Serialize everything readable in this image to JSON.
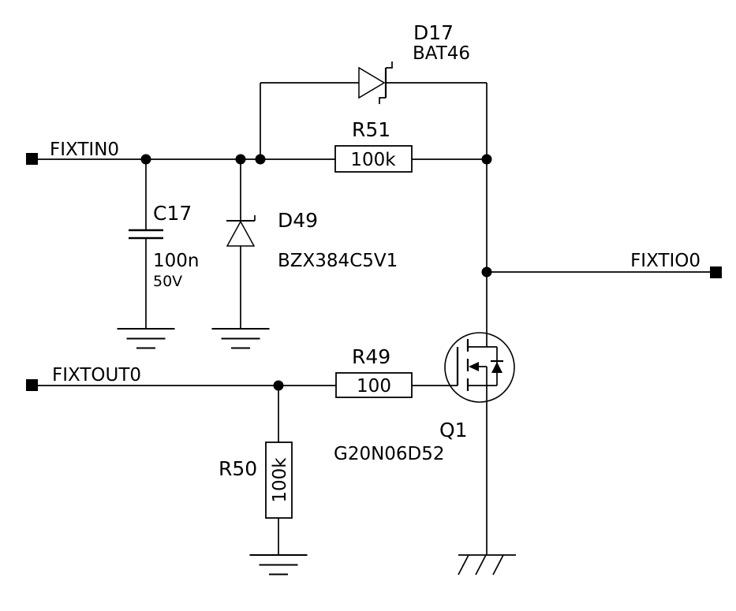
{
  "schematic": {
    "nets": {
      "fixtin0": {
        "label": "FIXTIN0"
      },
      "fixtout0": {
        "label": "FIXTOUT0"
      },
      "fixtio0": {
        "label": "FIXTIO0"
      }
    },
    "components": {
      "d17": {
        "ref": "D17",
        "part": "BAT46"
      },
      "r51": {
        "ref": "R51",
        "value": "100k"
      },
      "c17": {
        "ref": "C17",
        "value": "100n",
        "rating": "50V"
      },
      "d49": {
        "ref": "D49",
        "part": "BZX384C5V1"
      },
      "r49": {
        "ref": "R49",
        "value": "100"
      },
      "r50": {
        "ref": "R50",
        "value": "100k"
      },
      "q1": {
        "ref": "Q1",
        "part": "G20N06D52"
      }
    },
    "colors": {
      "ink": "#000000",
      "background": "#ffffff"
    }
  }
}
